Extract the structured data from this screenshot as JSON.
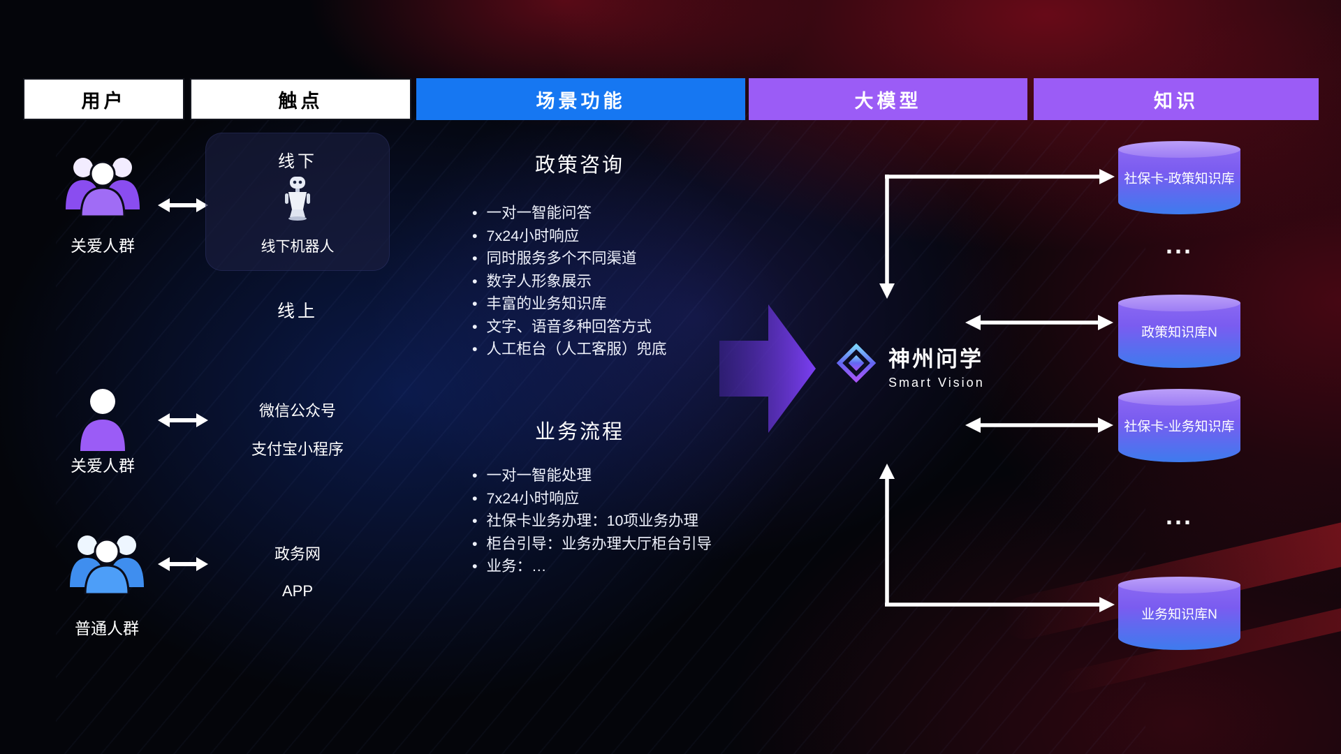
{
  "header": {
    "columns": [
      {
        "label": "用户"
      },
      {
        "label": "触点"
      },
      {
        "label": "场景功能"
      },
      {
        "label": "大模型"
      },
      {
        "label": "知识"
      }
    ]
  },
  "users": [
    {
      "label": "关爱人群"
    },
    {
      "label": "关爱人群"
    },
    {
      "label": "普通人群"
    }
  ],
  "touchpoints": {
    "offline_card": {
      "title": "线下",
      "robot_label": "线下机器人"
    },
    "online_label": "线上",
    "channels": [
      "微信公众号",
      "支付宝小程序",
      "政务网",
      "APP"
    ]
  },
  "functions": {
    "policy": {
      "title": "政策咨询",
      "items": [
        "一对一智能问答",
        "7x24小时响应",
        "同时服务多个不同渠道",
        "数字人形象展示",
        "丰富的业务知识库",
        "文字、语音多种回答方式",
        "人工柜台（人工客服）兜底"
      ]
    },
    "business": {
      "title": "业务流程",
      "items": [
        "一对一智能处理",
        "7x24小时响应",
        "社保卡业务办理：10项业务办理",
        "柜台引导：业务办理大厅柜台引导",
        "业务：…"
      ]
    }
  },
  "model": {
    "brand": "神州问学",
    "brand_sub": "Smart Vision"
  },
  "knowledge": {
    "databases": [
      "社保卡-政策知识库",
      "政策知识库N",
      "社保卡-业务知识库",
      "业务知识库N"
    ],
    "ellipsis": "..."
  },
  "colors": {
    "header_blue": "#1677F2",
    "header_purple": "#9B5CF6",
    "db_top": "#A98BF7",
    "db_body_top": "#8466F2",
    "db_body_bottom": "#3E7BEE",
    "connector_white": "#FFFFFF",
    "flow_arrow_purple": "#7B3FF2",
    "user_purple": "#9B5CF6",
    "user_blue": "#4D9EF8"
  }
}
